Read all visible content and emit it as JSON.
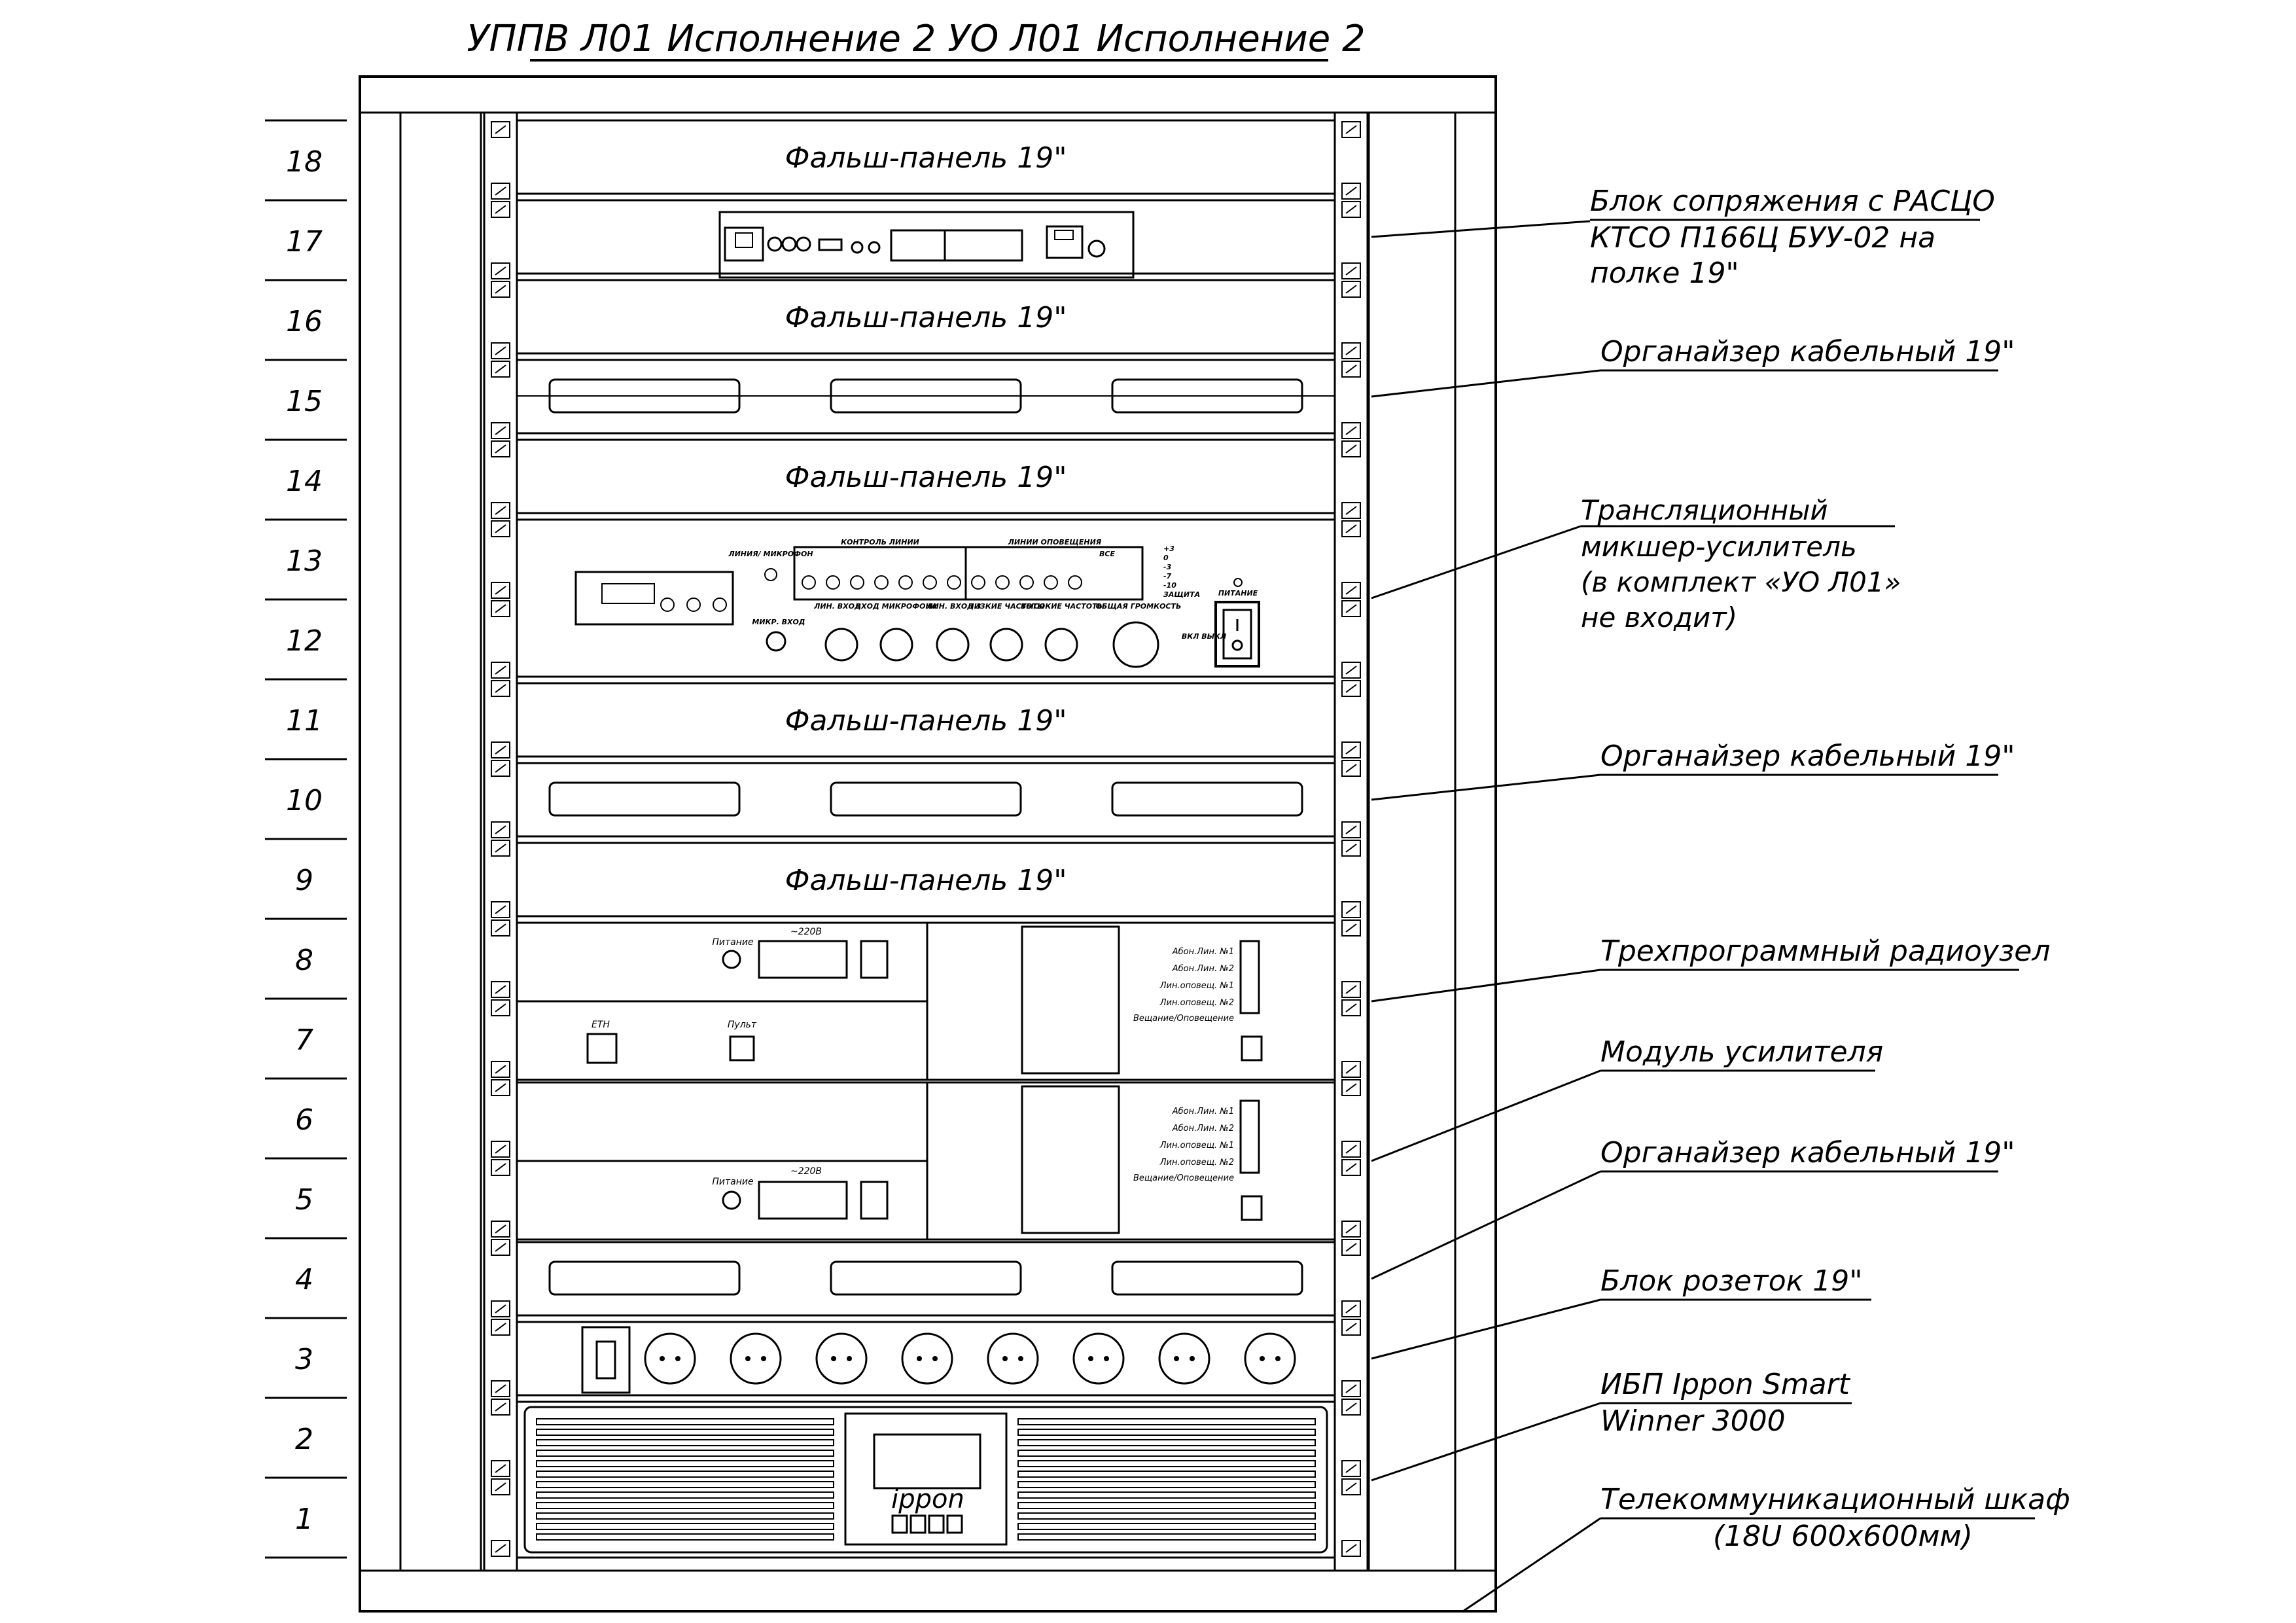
{
  "title": "УППВ Л01 Исполнение 2 УО Л01 Исполнение 2",
  "units": [
    "18",
    "17",
    "16",
    "15",
    "14",
    "13",
    "12",
    "11",
    "10",
    "9",
    "8",
    "7",
    "6",
    "5",
    "4",
    "3",
    "2",
    "1"
  ],
  "panels": {
    "false_panel": "Фальш-панель 19\"",
    "ups_brand": "ippon"
  },
  "labels": {
    "mixer": {
      "lines_title": "КОНТРОЛЬ ЛИНИИ",
      "announce_title": "ЛИНИИ ОПОВЕЩЕНИЯ",
      "line_mic": "ЛИНИЯ/ МИКРОФОН",
      "all": "ВСЕ",
      "mic_in": "МИКР. ВХОД",
      "line_in": "ЛИН. ВХОД",
      "mic_in2": "ВХОД МИКРОФОНА",
      "line_in3": "ЛИН. ВХОД 3",
      "low": "НИЗКИЕ ЧАСТОТЫ",
      "high": "ВЫСОКИЕ ЧАСТОТЫ",
      "volume": "ОБЩАЯ ГРОМКОСТЬ",
      "power": "ПИТАНИЕ",
      "onoff": "ВКЛ ВЫКЛ",
      "level_marks": [
        "+3",
        "0",
        "-3",
        "-7",
        "-10",
        "ЗАЩИТА"
      ]
    },
    "radio": {
      "power": "Питание",
      "mains": "~220В",
      "eth": "ETH",
      "remote": "Пульт",
      "terminals": [
        "Абон.Лин. №1",
        "Абон.Лин. №2",
        "Лин.оповещ. №1",
        "Лин.оповещ. №2",
        "Вещание/Оповещение"
      ]
    }
  },
  "callouts": [
    {
      "lines": [
        "Блок сопряжения с РАСЦО",
        "КТСО П166Ц БУУ-02 на",
        "полке 19\""
      ]
    },
    {
      "lines": [
        "Органайзер кабельный 19\""
      ]
    },
    {
      "lines": [
        "Трансляционный",
        "микшер-усилитель",
        "(в комплект «УО Л01»",
        "не входит)"
      ]
    },
    {
      "lines": [
        "Органайзер кабельный 19\""
      ]
    },
    {
      "lines": [
        "Трехпрограммный радиоузел"
      ]
    },
    {
      "lines": [
        "Модуль усилителя"
      ]
    },
    {
      "lines": [
        "Органайзер кабельный 19\""
      ]
    },
    {
      "lines": [
        "Блок розеток 19\""
      ]
    },
    {
      "lines": [
        "ИБП Ippon Smart",
        "Winner 3000"
      ]
    },
    {
      "lines": [
        "Телекоммуникационный шкаф",
        "(18U 600х600мм)"
      ]
    }
  ]
}
